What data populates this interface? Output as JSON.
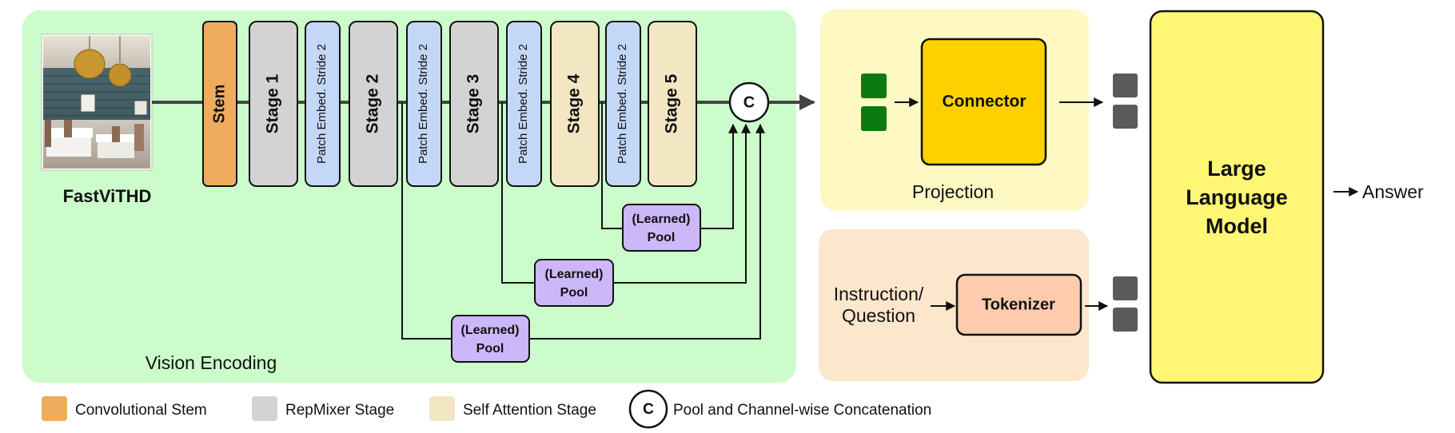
{
  "encoder_name": "FastViTHD",
  "vision_panel_label": "Vision Encoding",
  "stages": {
    "stem": "Stem",
    "stage1": "Stage 1",
    "stage2": "Stage 2",
    "stage3": "Stage 3",
    "stage4": "Stage 4",
    "stage5": "Stage 5"
  },
  "patch_embed": "Patch Embed. Stride 2",
  "concat_symbol": "C",
  "pool": {
    "line1": "(Learned)",
    "line2": "Pool"
  },
  "projection": {
    "panel_label": "Projection",
    "connector": "Connector"
  },
  "tokenizer": {
    "label": "Tokenizer",
    "input_line1": "Instruction/",
    "input_line2": "Question"
  },
  "llm": {
    "line1": "Large",
    "line2": "Language",
    "line3": "Model"
  },
  "answer": "Answer",
  "legend": {
    "conv_stem": "Convolutional Stem",
    "repmixer": "RepMixer Stage",
    "self_attention": "Self Attention Stage",
    "concat_symbol": "C",
    "pool_concat": "Pool and Channel-wise Concatenation"
  },
  "colors": {
    "vision_bg": "#CCFCCB",
    "projection_bg": "#FEF9C3",
    "tokenizer_bg": "#FCE6CC",
    "stem": "#EFAC5E",
    "repmixer": "#D3D3D3",
    "self_attention": "#F2E6C3",
    "patch_embed": "#C3D8F7",
    "pool": "#CCB7F8",
    "connector": "#FFD000",
    "tokenizer": "#FECBAE",
    "llm": "#FFF676",
    "token_green": "#0B7A0F",
    "token_gray": "#5A5A5A"
  }
}
